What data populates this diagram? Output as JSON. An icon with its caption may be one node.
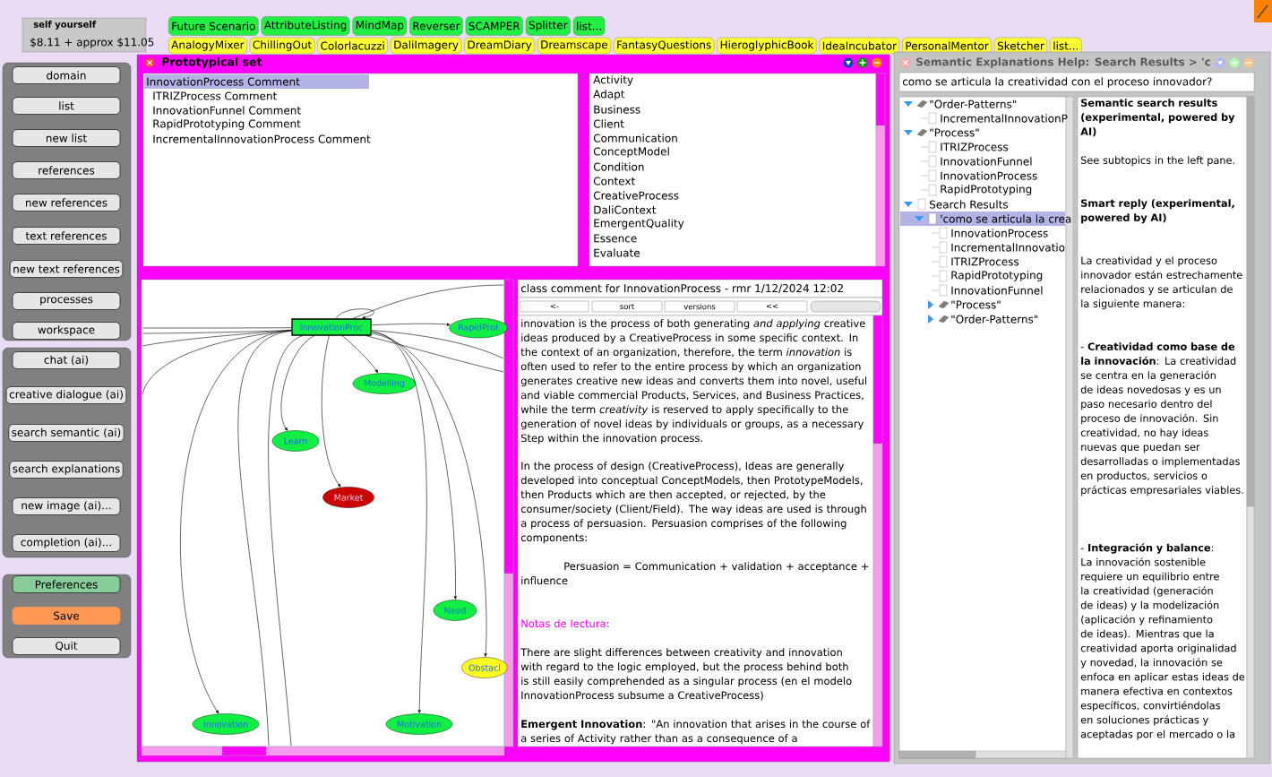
{
  "diagram": {
    "nodes": [
      {
        "text": [
          "InnovationProc"
        ]
      },
      {
        "text": [
          "RapidProt"
        ]
      },
      {
        "text": [
          "Modelling"
        ]
      },
      {
        "text": [
          "Learn"
        ]
      },
      {
        "text": [
          "Market"
        ]
      },
      {
        "text": [
          "Need"
        ]
      },
      {
        "text": [
          "Obstacl"
        ]
      },
      {
        "text": [
          "Innovation"
        ]
      },
      {
        "text": [
          "Motivation"
        ]
      }
    ],
    "edges": [
      {
        "from": 0,
        "to": 1,
        "arrow": "to"
      },
      {
        "from": 0,
        "to": 2,
        "arrow": "to"
      },
      {
        "from": 0,
        "to": 3,
        "arrow": "to"
      },
      {
        "from": 0,
        "to": 4,
        "arrow": "to"
      },
      {
        "from": 0,
        "to": 5,
        "arrow": "to"
      },
      {
        "from": 0,
        "to": 6,
        "arrow": "to"
      },
      {
        "from": 0,
        "to": 7,
        "arrow": "to"
      },
      {
        "from": 0,
        "to": 8,
        "arrow": "to"
      },
      {
        "from": 0,
        "to": 0,
        "arrow": "to"
      },
      {
        "from": 0,
        "to": null,
        "arrow": "none"
      },
      {
        "from": 0,
        "to": null,
        "arrow": "none"
      },
      {
        "from": 0,
        "to": null,
        "arrow": "none"
      },
      {
        "from": 0,
        "to": null,
        "arrow": "none"
      },
      {
        "from": 0,
        "to": null,
        "arrow": "none"
      },
      {
        "from": 0,
        "to": null,
        "arrow": "none"
      },
      {
        "from": 0,
        "to": null,
        "arrow": "none"
      },
      {
        "from": 0,
        "to": null,
        "arrow": "none"
      },
      {
        "from": 0,
        "to": null,
        "arrow": "none"
      }
    ],
    "labels": [
      "self yourself",
      "$8.11 + approx $11.05",
      "Future Scenario",
      "AttributeListing",
      "MindMap",
      "Reverser",
      "SCAMPER",
      "Splitter",
      "list...",
      "AnalogyMixer",
      "ChillingOut",
      "Colorlacuzzi",
      "DaliImagery",
      "DreamDiary",
      "Dreamscape",
      "FantasyQuestions",
      "HieroglyphicBook",
      "IdeaIncubator",
      "PersonalMentor",
      "Sketcher",
      "list...",
      "domain",
      "list",
      "new list",
      "references",
      "new references",
      "text references",
      "new text references",
      "processes",
      "workspace",
      "chat (ai)",
      "creative dialogue (ai)",
      "search semantic (ai)",
      "search explanations",
      "new image (ai)...",
      "completion (ai)...",
      "Preferences",
      "Save",
      "Quit",
      "Prototypical set",
      "InnovationProcess Comment",
      "ITRIZProcess Comment",
      "InnovationFunnel Comment",
      "RapidPrototyping Comment",
      "IncrementalInnovationProcess Comment",
      "Activity",
      "Adapt",
      "Business",
      "Client",
      "Communication",
      "ConceptModel",
      "Condition",
      "Context",
      "CreativeProcess",
      "DaliContext",
      "EmergentQuality",
      "Essence",
      "Evaluate",
      "class comment for InnovationProcess - rmr 1/12/2024 12:02",
      "<-",
      "sort",
      "versions",
      "<<",
      "innovation is the process of both generating *and applying* creative ideas produced by a CreativeProcess in some specific context. In the context of an organization, therefore, the term *innovation* is often used to refer to the entire process by which an organization generates creative new ideas and converts them into novel, useful and viable commercial Products, Services, and Business Practices, while the term *creativity* is reserved to apply specifically to the generation of novel ideas by individuals or groups, as a necessary Step within the innovation process.",
      "In the process of design (CreativeProcess), Ideas are generally developed into conceptual ConceptModels, then PrototypeModels, then Products which are then accepted, or rejected, by the consumer/society (Client/Field). The way ideas are used is through a process of persuasion. Persuasion comprises of the following components:",
      "Persuasion = Communication + validation + acceptance + influence",
      "Notas de lectura:",
      "There are slight differences between creativity and innovation with regard to the logic employed, but the process behind both is still easily comprehended as a singular process (en el modelo InnovationProcess subsume a CreativeProcess)",
      "**Emergent Innovation**: \"An innovation that arises in the course of a series of Activity rather than as a consequence of a",
      "Semantic Explanations Help: Search Results > 'c",
      "como se articula la creatividad con el proceso innovador?",
      "\"Order-Patterns\"",
      "IncrementalInnovationP",
      "\"Process\"",
      "ITRIZProcess",
      "InnovationFunnel",
      "InnovationProcess",
      "RapidPrototyping",
      "Search Results",
      "'como se articula la crea",
      "InnovationProcess",
      "IncrementalInnovatio",
      "ITRIZProcess",
      "RapidPrototyping",
      "InnovationFunnel",
      "\"Process\"",
      "\"Order-Patterns\"",
      "Semantic search results (experimental, powered by AI)",
      "See subtopics in the left pane.",
      "Smart reply (experimental, powered by AI)",
      "La creatividad y el proceso innovador están estrechamente relacionados y se articulan de la siguiente manera:",
      "- **Creatividad como base de la innovación**: La creatividad se centra en la generación de ideas novedosas y es un paso necesario dentro del proceso de innovación. Sin creatividad, no hay ideas nuevas que puedan ser desarrolladas o implementadas en productos, servicios o prácticas empresariales viables.",
      "- **Integración y balance**: La innovación sostenible requiere un equilibrio entre la creatividad (generación de ideas) y la modelización (aplicación y refinamiento de ideas). Mientras que la creatividad aporta originalidad y novedad, la innovación se enfoca en aplicar estas ideas de manera efectiva en contextos específicos, convirtiéndolas en soluciones prácticas y aceptadas por el mercado o la"
    ]
  }
}
